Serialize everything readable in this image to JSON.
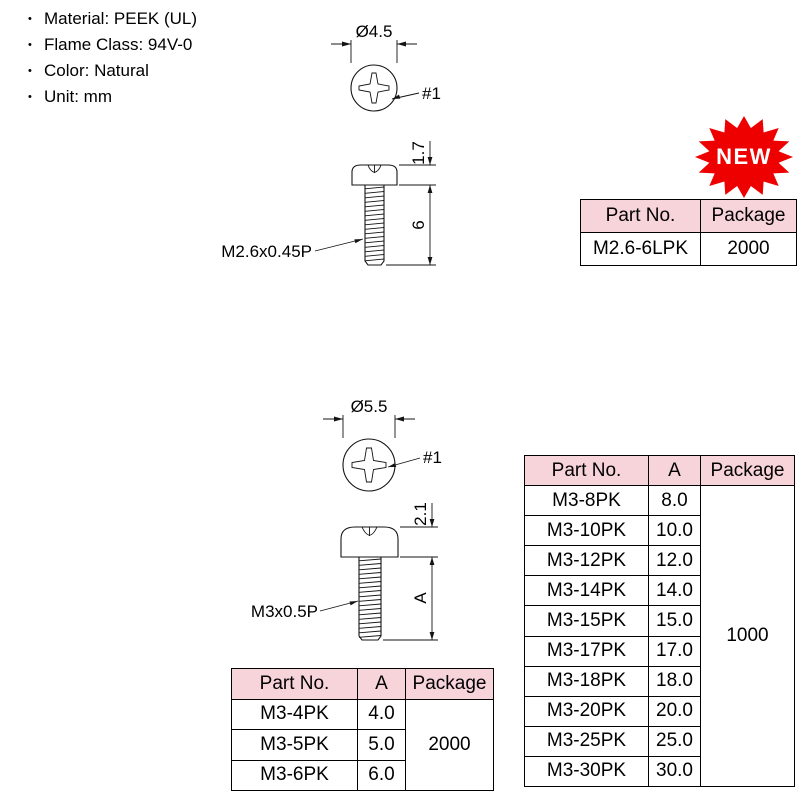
{
  "notes": {
    "items": [
      "Material: PEEK (UL)",
      "Flame Class: 94V-0",
      "Color: Natural",
      "Unit: mm"
    ]
  },
  "badge": {
    "label": "NEW"
  },
  "drawing_m26": {
    "diameter_label": "Ø4.5",
    "recess_label": "#1",
    "head_height_label": "1.7",
    "length_label": "6",
    "thread_label": "M2.6x0.45P"
  },
  "drawing_m3": {
    "diameter_label": "Ø5.5",
    "recess_label": "#1",
    "head_height_label": "2.1",
    "length_label": "A",
    "thread_label": "M3x0.5P"
  },
  "table_m26": {
    "headers": [
      "Part No.",
      "Package"
    ],
    "rows": [
      {
        "part_no": "M2.6-6LPK",
        "package": "2000"
      }
    ]
  },
  "table_m3_short": {
    "headers": [
      "Part No.",
      "A",
      "Package"
    ],
    "rows": [
      {
        "part_no": "M3-4PK",
        "a": "4.0"
      },
      {
        "part_no": "M3-5PK",
        "a": "5.0"
      },
      {
        "part_no": "M3-6PK",
        "a": "6.0"
      }
    ],
    "package": "2000"
  },
  "table_m3_long": {
    "headers": [
      "Part No.",
      "A",
      "Package"
    ],
    "rows": [
      {
        "part_no": "M3-8PK",
        "a": "8.0"
      },
      {
        "part_no": "M3-10PK",
        "a": "10.0"
      },
      {
        "part_no": "M3-12PK",
        "a": "12.0"
      },
      {
        "part_no": "M3-14PK",
        "a": "14.0"
      },
      {
        "part_no": "M3-15PK",
        "a": "15.0"
      },
      {
        "part_no": "M3-17PK",
        "a": "17.0"
      },
      {
        "part_no": "M3-18PK",
        "a": "18.0"
      },
      {
        "part_no": "M3-20PK",
        "a": "20.0"
      },
      {
        "part_no": "M3-25PK",
        "a": "25.0"
      },
      {
        "part_no": "M3-30PK",
        "a": "30.0"
      }
    ],
    "package": "1000"
  },
  "colors": {
    "table_header_bg": "#f7d3da",
    "badge_red": "#ee0000",
    "line_color": "#141414"
  }
}
